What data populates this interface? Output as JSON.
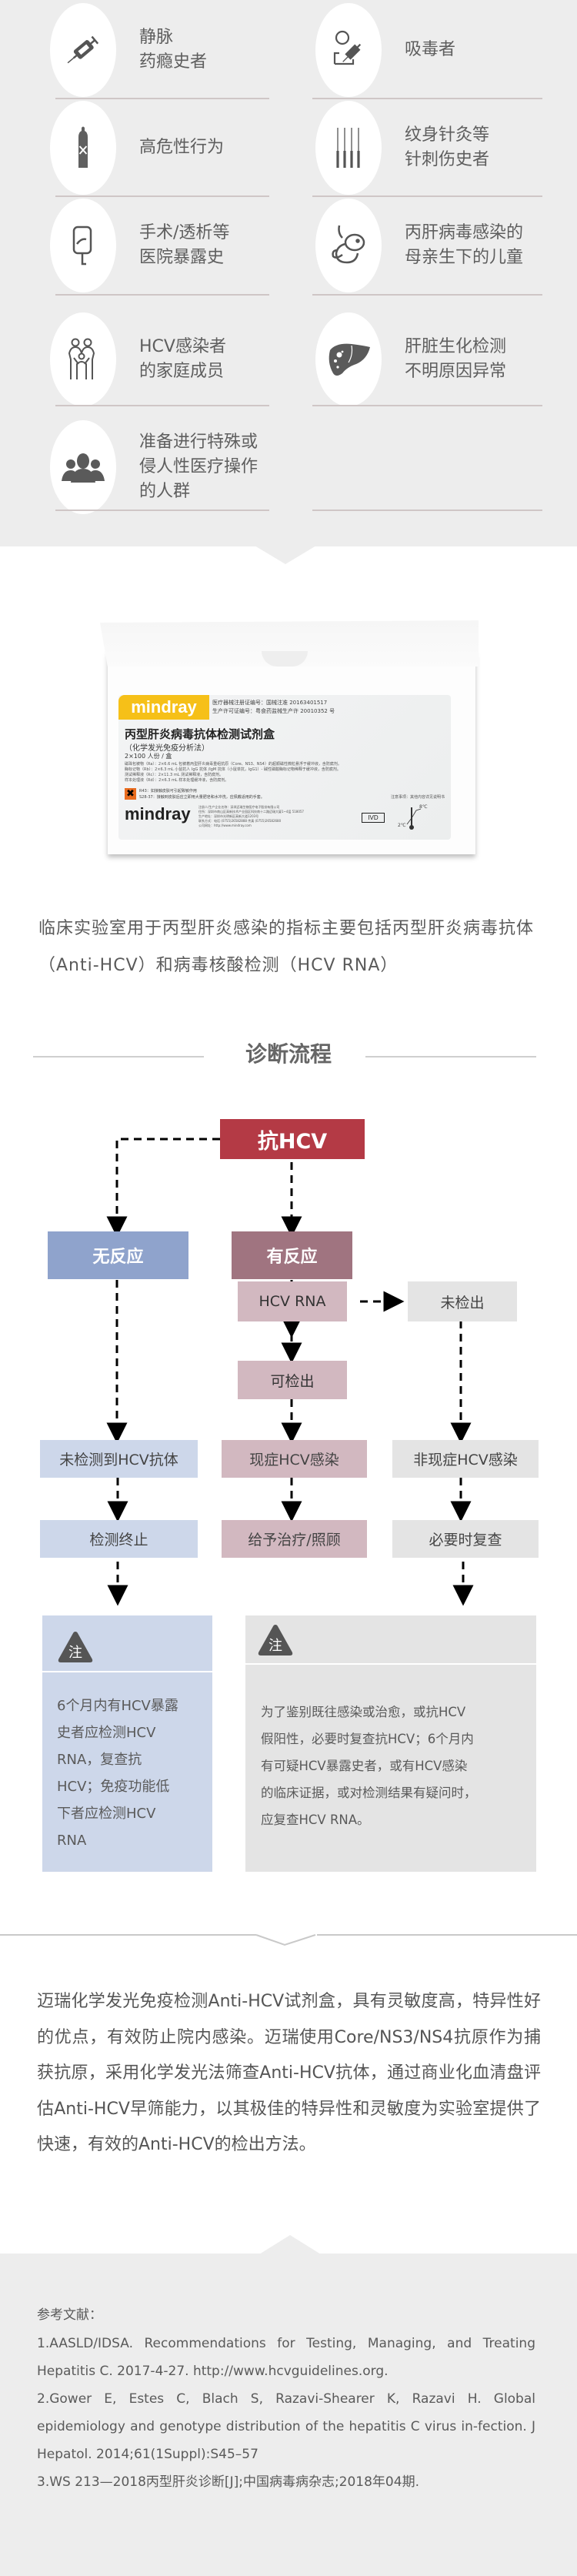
{
  "risk_groups": {
    "items": [
      {
        "icon": "syringe-icon",
        "label": "静脉\n药瘾史者"
      },
      {
        "icon": "drug-user-icon",
        "label": "吸毒者"
      },
      {
        "icon": "condom-icon",
        "label": "高危性行为"
      },
      {
        "icon": "needles-icon",
        "label": "纹身针灸等\n针刺伤史者"
      },
      {
        "icon": "iv-bag-icon",
        "label": "手术/透析等\n医院暴露史"
      },
      {
        "icon": "fetus-icon",
        "label": "丙肝病毒感染的\n母亲生下的儿童"
      },
      {
        "icon": "family-icon",
        "label": "HCV感染者\n的家庭成员"
      },
      {
        "icon": "liver-icon",
        "label": "肝脏生化检测\n不明原因异常"
      },
      {
        "icon": "group-icon",
        "label": "准备进行特殊或\n侵人性医疗操作\n的人群"
      }
    ]
  },
  "product": {
    "brand": "mindray",
    "registration": "医疗器械注册证编号：国械注准 20163401517\n生产许可证编号：粤食药监械生产许 20010352 号",
    "name": "丙型肝炎病毒抗体检测试剂盒",
    "method": "（化学发光免疫分析法）",
    "size": "2×100 人份 / 盒",
    "components": "磁珠包被物（Ra）：2×6.6 mL 包被着丙型肝炎病毒重组抗原（Core、NS3、NS4）的超顺磁性微粒悬浮于缓冲液，含防腐剂。\n酶标记物（Rb）：2×6.3 mL 小鼠抗人 IgG 抗体 /IgM 抗体（小鼠单抗，IgG1）- 碱性磷酸酶标记物稀释于缓冲液，含防腐剂。\n测试稀释液（Rc）：2×11.3 mL 测试稀释液，含防腐剂。\n样本处理液（Rd）：2×6.3 mL 样本处理缓冲液，含防腐剂。",
    "hazard": "R43：如接触皮肤可引起致敏作用\nS28-37：接触到皮肤后应立即用大量肥皂和水冲洗，应佩戴适用的手套。",
    "notice": "注意事项：其他内容详见说明书",
    "maker": "注册人/生产企业名称：深圳迈瑞生物医疗电子股份有限公司\n住所：深圳市南山区高新技术产业园区科技南十二路迈瑞大厦1~4层 518057\n生产地址：深圳市光明新区高新大道1203号\n联系方式：电话 (0755)26582888  传真 (0755)26582680\n公司网址：http://www.mindray.com",
    "ivd": "IVD",
    "temp_high": "8℃",
    "temp_low": "2℃"
  },
  "intro": {
    "text": "临床实验室用于丙型肝炎感染的指标主要包括丙型肝炎病毒抗体（Anti-HCV）和病毒核酸检测（HCV RNA）"
  },
  "section": {
    "title": "诊断流程"
  },
  "flow": {
    "start": "抗HCV",
    "no_reaction": "无反应",
    "reaction": "有反应",
    "hcv_rna": "HCV RNA",
    "not_detected": "未检出",
    "detected": "可检出",
    "no_antibody": "未检测到HCV抗体",
    "current_infection": "现症HCV感染",
    "non_current_infection": "非现症HCV感染",
    "test_stop": "检测终止",
    "treat_care": "给予治疗/照顾",
    "recheck": "必要时复查",
    "colors": {
      "start": "#b43a45",
      "no_reaction": "#8fa3cc",
      "reaction": "#a07480",
      "light_red": "#d2b8c0",
      "light_blue": "#cdd7ea",
      "light_gray": "#e4e4e4"
    }
  },
  "notes": {
    "badge": "注",
    "left": "6个月内有HCV暴露\n史者应检测HCV\nRNA，复查抗\nHCV；免疫功能低\n下者应检测HCV\nRNA",
    "right": "为了鉴别既往感染或治愈，或抗HCV\n假阳性，必要时复查抗HCV；6个月内\n有可疑HCV暴露史者，或有HCV感染\n的临床证据，或对检测结果有疑问时，\n应复查HCV RNA。"
  },
  "conclusion": {
    "text": "迈瑞化学发光免疫检测Anti-HCV试剂盒，具有灵敏度高，特异性好的优点，有效防止院内感染。迈瑞使用Core/NS3/NS4抗原作为捕获抗原，采用化学发光法筛查Anti-HCV抗体，通过商业化血清盘评估Anti-HCV早筛能力，以其极佳的特异性和灵敏度为实验室提供了快速，有效的Anti-HCV的检出方法。"
  },
  "references": {
    "title": "参考文献：",
    "items": [
      "1.AASLD/IDSA. Recommendations for Testing, Managing, and Treating Hepatitis C. 2017-4-27. http://www.hcvguidelines.org.",
      "2.Gower E, Estes C, Blach S, Razavi-Shearer K, Razavi H. Global epidemiology and genotype distribution of the hepatitis C virus in-fection. J Hepatol. 2014;61(1Suppl):S45–57",
      "3.WS 213—2018丙型肝炎诊断[J];中国病毒病杂志;2018年04期."
    ]
  }
}
